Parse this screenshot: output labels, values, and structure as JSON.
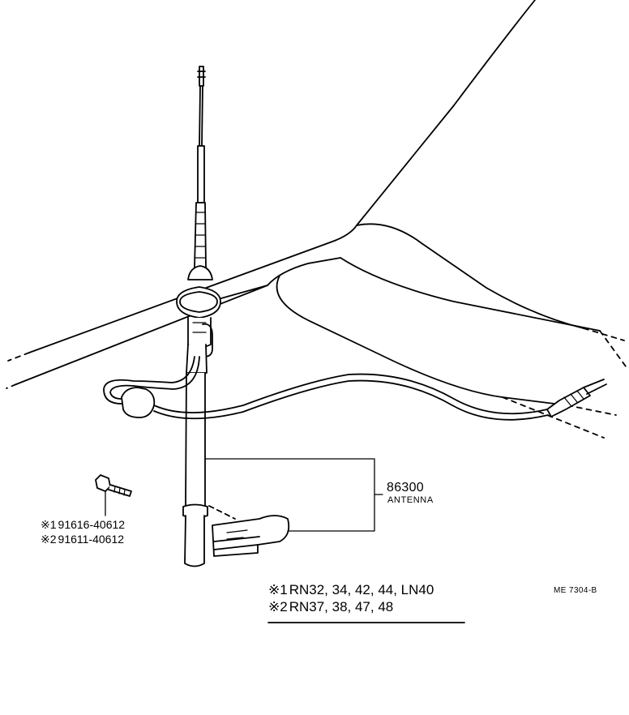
{
  "part": {
    "number": "86300",
    "name": "ANTENNA"
  },
  "bolts": [
    {
      "mark": "※1",
      "number": "91616-40612"
    },
    {
      "mark": "※2",
      "number": "91611-40612"
    }
  ],
  "models": [
    {
      "mark": "※1",
      "text": "RN32, 34, 42, 44, LN40"
    },
    {
      "mark": "※2",
      "text": "RN37, 38, 47, 48"
    }
  ],
  "diagram_code": "ME  7304-B",
  "colors": {
    "line": "#000000",
    "background": "#ffffff"
  }
}
